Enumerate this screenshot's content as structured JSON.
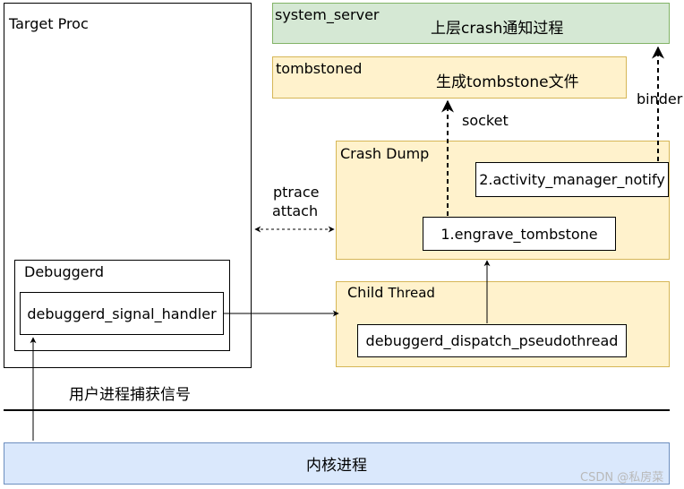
{
  "target_proc": {
    "title": "Target Proc"
  },
  "debuggerd": {
    "title": "Debuggerd",
    "handler": "debuggerd_signal_handler"
  },
  "user_signal_label": "用户进程捕获信号",
  "kernel": {
    "label": "内核进程"
  },
  "system_server": {
    "title": "system_server",
    "description": "上层crash通知过程"
  },
  "tombstoned": {
    "title": "tombstoned",
    "description": "生成tombstone文件"
  },
  "crash_dump": {
    "title": "Crash Dump",
    "step1": "1.engrave_tombstone",
    "step2": "2.activity_manager_notify"
  },
  "child_thread": {
    "title_part1": "Child",
    "title_part2": "Thread",
    "dispatch": "debuggerd_dispatch_pseudothread"
  },
  "edges": {
    "socket": "socket",
    "binder": "binder",
    "ptrace_line1": "ptrace",
    "ptrace_line2": "attach"
  },
  "watermark": "CSDN @私房菜",
  "colors": {
    "green_fill": "#d5e8d4",
    "green_border": "#82b366",
    "orange_fill": "#fff2cc",
    "orange_border": "#d6b656",
    "blue_fill": "#dae8fc",
    "blue_border": "#6c8ebf"
  }
}
